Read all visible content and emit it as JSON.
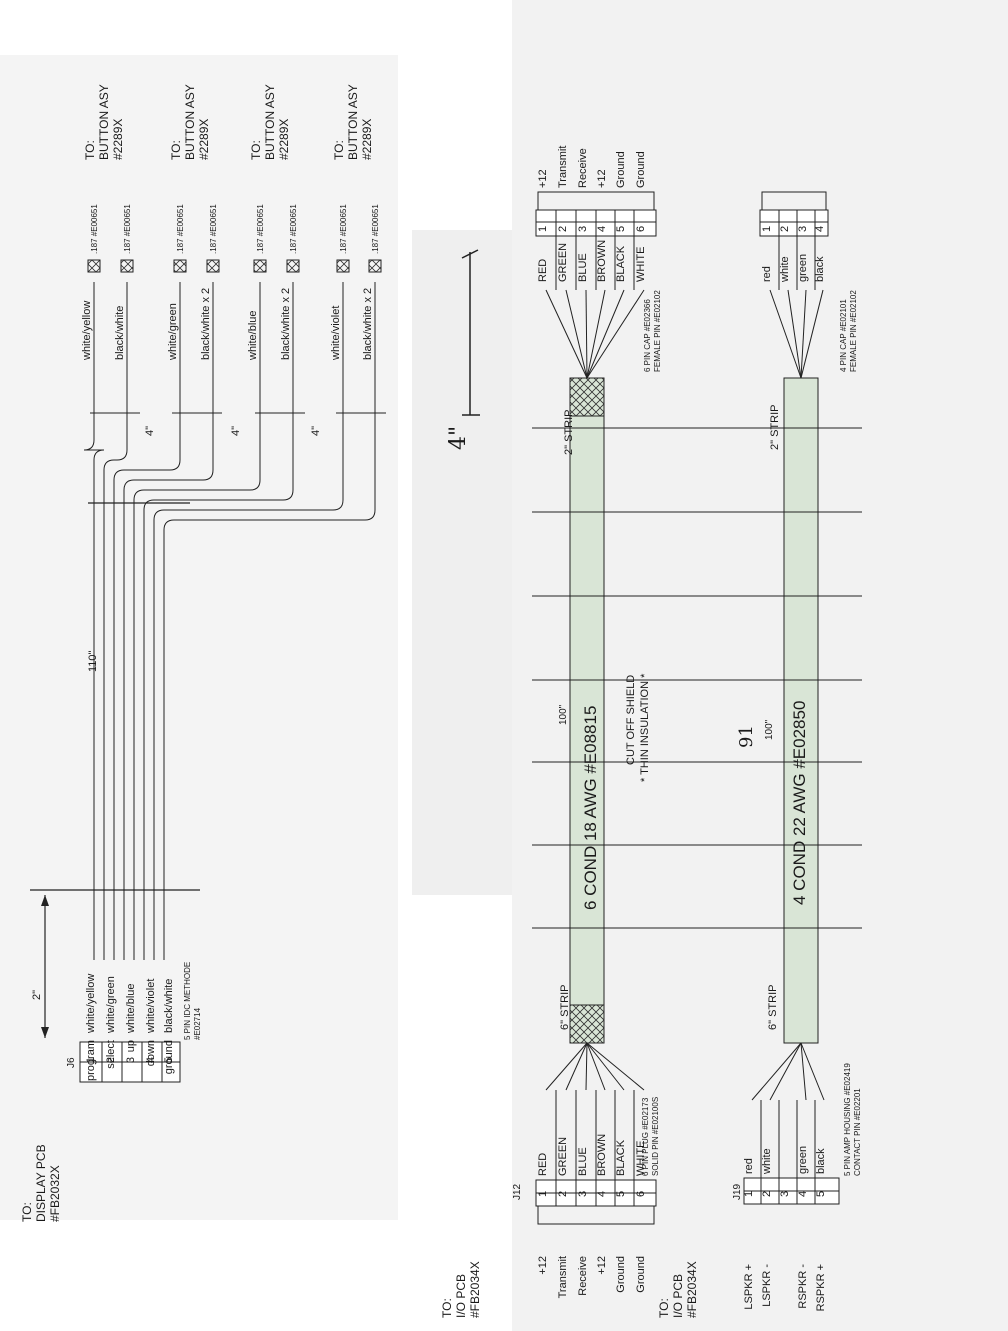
{
  "display_pcb": {
    "to": "TO:",
    "name": "DISPLAY PCB",
    "part": "#FB2032X",
    "connector": "J6",
    "functions": [
      "program",
      "select",
      "up",
      "down",
      "ground"
    ],
    "pins": [
      "1",
      "2",
      "3",
      "4",
      "5"
    ],
    "wires": [
      "white/yellow",
      "white/green",
      "white/blue",
      "white/violet",
      "black/white"
    ],
    "conn_note1": "5 PIN IDC METHODE",
    "conn_note2": "#E02714",
    "dim_strip": "2\"",
    "dim_length": "110\""
  },
  "buttons": {
    "to": "TO:",
    "name": "BUTTON ASY",
    "part": "#2289X",
    "branch_dim": "4\"",
    "terminal": ".187 #E00651",
    "wires": [
      "white/yellow",
      "black/white",
      "white/green",
      "black/white x 2",
      "white/blue",
      "black/white x 2",
      "white/violet",
      "black/white x 2"
    ]
  },
  "cable6": {
    "label": "6 COND 18 AWG  #E08815",
    "length": "100\"",
    "note1": "CUT OFF SHIELD",
    "note2": "* THIN INSULATION *",
    "strip_left": "6\" STRIP",
    "strip_right": "2\" STRIP",
    "left": {
      "to": "TO:",
      "name": "I/O PCB",
      "part": "#FB2034X",
      "connector": "J12",
      "functions": [
        "+12",
        "Transmit",
        "Receive",
        "+12",
        "Ground",
        "Ground"
      ],
      "pins": [
        "1",
        "2",
        "3",
        "4",
        "5",
        "6"
      ],
      "colors": [
        "RED",
        "GREEN",
        "BLUE",
        "BROWN",
        "BLACK",
        "WHITE"
      ],
      "note1": "6 PIN PLUG #E02173",
      "note2": "SOLID PIN #E02100S"
    },
    "right": {
      "pins": [
        "1",
        "2",
        "3",
        "4",
        "5",
        "6"
      ],
      "colors": [
        "RED",
        "GREEN",
        "BLUE",
        "BROWN",
        "BLACK",
        "WHITE"
      ],
      "functions": [
        "+12",
        "Transmit",
        "Receive",
        "+12",
        "Ground",
        "Ground"
      ],
      "note1": "6 PIN CAP #E02366",
      "note2": "FEMALE PIN #E02102"
    }
  },
  "cable4": {
    "label": "4 COND 22 AWG  #E02850",
    "length": "100\"",
    "strip_left": "6\" STRIP",
    "strip_right": "2\" STRIP",
    "left": {
      "to": "TO:",
      "name": "I/O PCB",
      "part": "#FB2034X",
      "connector": "J19",
      "functions": [
        "LSPKR +",
        "LSPKR -",
        "",
        "RSPKR -",
        "RSPKR +"
      ],
      "pins": [
        "1",
        "2",
        "3",
        "4",
        "5"
      ],
      "colors": [
        "red",
        "white",
        "",
        "green",
        "black"
      ],
      "note1": "5 PIN AMP HOUSING #E02419",
      "note2": "CONTACT PIN #E02201"
    },
    "right": {
      "pins": [
        "1",
        "2",
        "3",
        "4"
      ],
      "colors": [
        "red",
        "white",
        "green",
        "black"
      ],
      "note1": "4 PIN CAP #E02101",
      "note2": "FEMALE PIN #E02102"
    }
  },
  "handwritten": {
    "dim": "4\"",
    "mark": "91"
  }
}
